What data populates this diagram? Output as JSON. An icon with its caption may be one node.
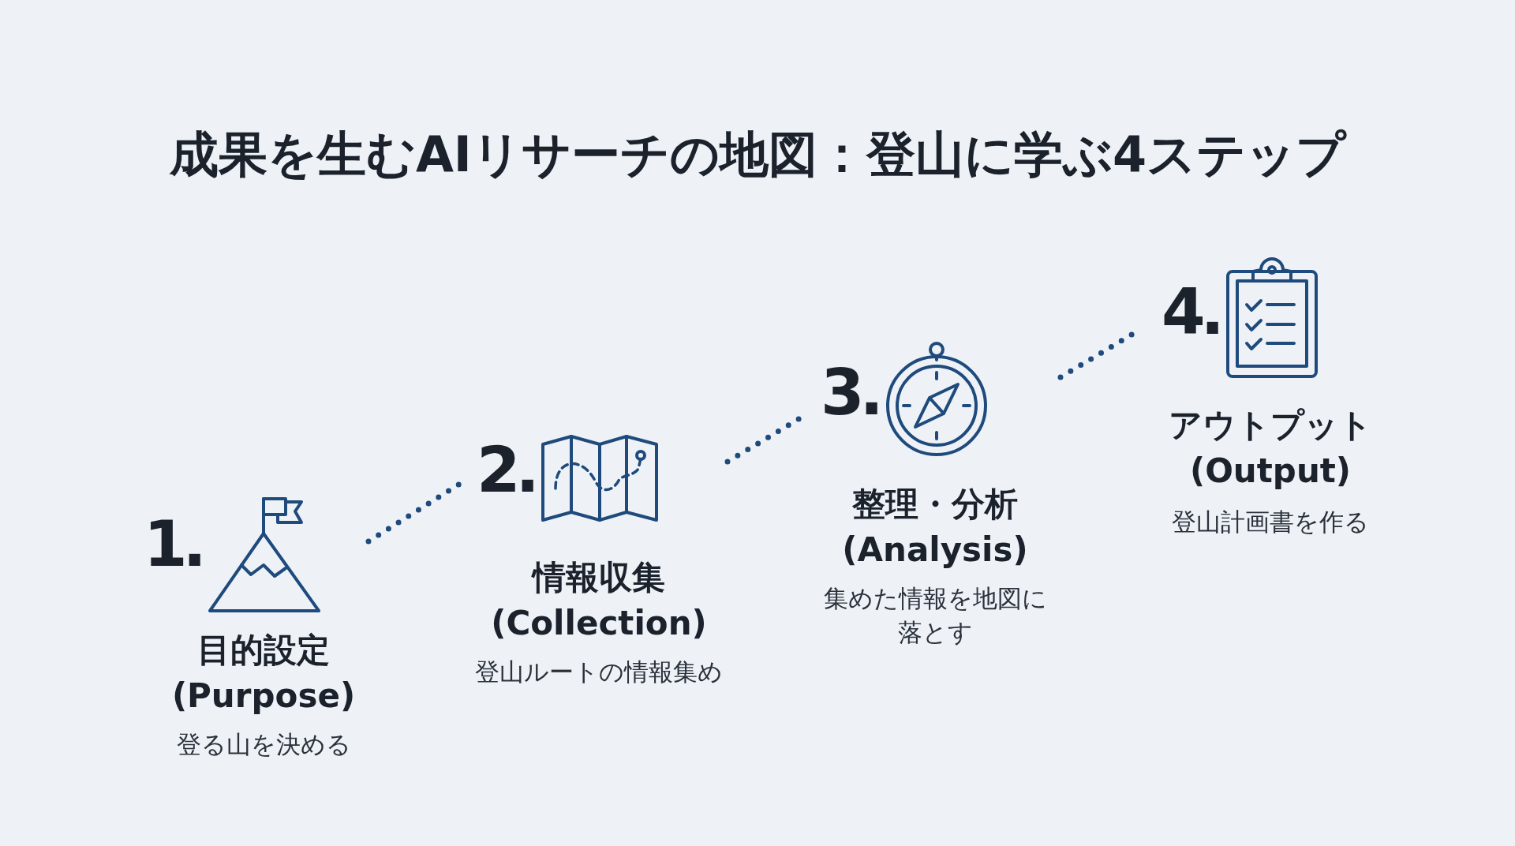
{
  "diagram": {
    "title": "成果を生むAIリサーチの地図：登山に学ぶ4ステップ",
    "nodes": [
      {
        "text": [
          "1.",
          "目的設定 (Purpose)",
          "登る山を決める"
        ]
      },
      {
        "text": [
          "2.",
          "情報収集 (Collection)",
          "登山ルートの情報集め"
        ]
      },
      {
        "text": [
          "3.",
          "整理・分析 (Analysis)",
          "集めた情報を地図に落とす"
        ]
      },
      {
        "text": [
          "4.",
          "アウトプット (Output)",
          "登山計画書を作る"
        ]
      }
    ],
    "edges": [
      {
        "from": 0,
        "to": 1,
        "arrow": "none",
        "style": "dashed"
      },
      {
        "from": 1,
        "to": 2,
        "arrow": "none",
        "style": "dashed"
      },
      {
        "from": 2,
        "to": 3,
        "arrow": "none",
        "style": "dashed"
      }
    ]
  }
}
